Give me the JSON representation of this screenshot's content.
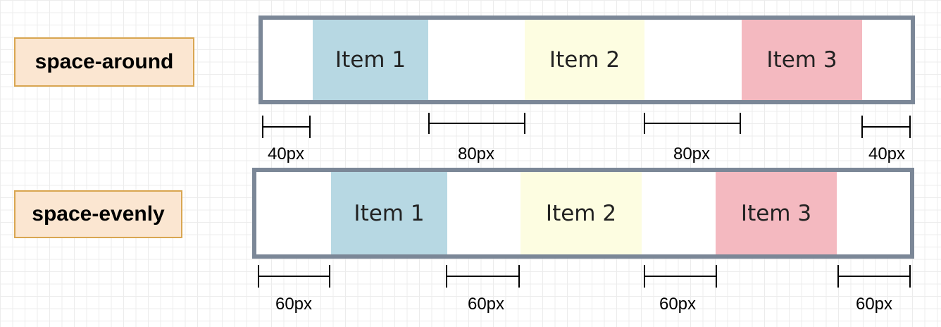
{
  "rows": [
    {
      "label": "space-around",
      "items": [
        {
          "label": "Item 1",
          "color": "#b7d8e3"
        },
        {
          "label": "Item 2",
          "color": "#fdfde1"
        },
        {
          "label": "Item 3",
          "color": "#f4b9c0"
        }
      ],
      "gaps": [
        "40px",
        "80px",
        "80px",
        "40px"
      ]
    },
    {
      "label": "space-evenly",
      "items": [
        {
          "label": "Item 1",
          "color": "#b7d8e3"
        },
        {
          "label": "Item 2",
          "color": "#fdfde1"
        },
        {
          "label": "Item 3",
          "color": "#f4b9c0"
        }
      ],
      "gaps": [
        "60px",
        "60px",
        "60px",
        "60px"
      ]
    }
  ],
  "colors": {
    "label_bg": "#fbe6d1",
    "label_border": "#d9a651",
    "container_border": "#7b8797"
  }
}
